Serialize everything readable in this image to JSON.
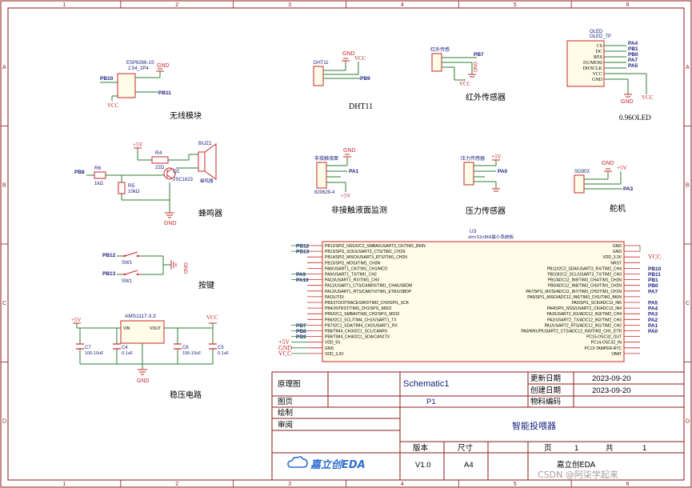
{
  "border": {
    "cols": [
      "1",
      "2",
      "3",
      "4",
      "5",
      "6"
    ],
    "rows": [
      "A",
      "B",
      "C",
      "D"
    ]
  },
  "colors": {
    "wire": "#2e7d32",
    "component": "#c62828",
    "power": "#c62828",
    "net": "#1a237e",
    "text": "#000000",
    "frame": "#8b1a1a",
    "logo": "#2f6fd0"
  },
  "blocks": {
    "wifi": {
      "part": "ESP8266-1S",
      "footprint": "2.54_2P4",
      "net1": "PB10",
      "net2": "PB11",
      "gnd": "GND",
      "vcc": "VCC",
      "caption": "无线模块"
    },
    "dht11": {
      "part": "DHT11",
      "gnd": "GND",
      "vcc": "VCC",
      "net": "PB9",
      "caption": "DHT11"
    },
    "ir": {
      "part": "红外传感",
      "net": "PB7",
      "gnd": "GND",
      "vcc": "VCC",
      "caption": "红外传感器"
    },
    "oled": {
      "part": "OLED",
      "footprint": "OLED_7P",
      "pins": [
        "CS",
        "DC",
        "RES",
        "D1/MOSI",
        "D0/SCLK",
        "VCC",
        "GND"
      ],
      "nets": [
        "PA4",
        "PB1",
        "PB0",
        "PA7",
        "PA5"
      ],
      "gnd": "GND",
      "vcc": "VCC",
      "caption": "0.96OLED"
    },
    "buzzer": {
      "vcc": "+5V",
      "r4": "R4",
      "r4v": "22Ω",
      "buz": "BUZ1",
      "q1": "Q1",
      "q1part": "2SC1623",
      "buzlabel": "蜂鸣器",
      "r6": "R6",
      "r6v": "1kΩ",
      "r5": "R5",
      "r5v": "10kΩ",
      "net": "PB8",
      "gnd": "GND",
      "caption": "蜂鸣器"
    },
    "level": {
      "part": "非接触液面",
      "model": "820629-4",
      "gnd": "GND",
      "vcc": "+5V",
      "net": "PA1",
      "caption": "非接触液面监测"
    },
    "pressure": {
      "part": "压力传感器",
      "vcc": "+5V",
      "net": "PA0",
      "caption": "压力传感器"
    },
    "servo": {
      "part": "SG903",
      "gnd": "GND",
      "vcc": "+5V",
      "net": "PA3",
      "caption": "舵机"
    },
    "keys": {
      "net1": "PB12",
      "net2": "PB13",
      "sw1": "SW1",
      "sw2": "SW1",
      "gnd": "GND",
      "caption": "按键"
    },
    "regulator": {
      "part": "AMS1117-3.3",
      "vin": "+5V",
      "vout": "VCC",
      "c7": "C7",
      "c7v": "106-10uF",
      "c4": "C4",
      "c4v": "0.1uF",
      "c6": "C6",
      "c6v": "106-10uF",
      "c5": "C5",
      "c5v": "0.1uF",
      "pin_in": "VIN",
      "pin_out": "VOUT",
      "gnd": "GND",
      "caption": "稳压电路"
    }
  },
  "mcu": {
    "ref": "U3",
    "part": "stm32c8t6最小系统板",
    "left_pins": [
      "PB12/SPI2_NSS/I2C2_SMBAI/USART3_CK/TIM1_BKIN",
      "PB13/SPI2_SCK/USART3_CTS/TIM1_CH1N",
      "PB14/SPI2_MISO/USART3_RTS/TIM1_CH2N",
      "PB15/SPI2_MOSI/TIM1_CH3N",
      "PA8/USART1_CK/TIM1_CH1/MCO",
      "PA9/USART1_TX/TIM1_CH2",
      "PA10/USART1_RX/TIM1_CH3",
      "PA11/USART1_CTS/CANRX/TIM1_CH4/USBDM",
      "PA12/USART1_RTS/CANTX/TIM1_ETR/USBDP",
      "PA15/JTDI",
      "PB3/JTDO/TRACESWO/TIM2_CH2/SPI1_SCK",
      "PB4/JNTRST/TIM3_CH1/SPI1_MISO",
      "PB5/I2C1_SMBAI/TIM3_CH2/SPI1_MOSI",
      "PB6/I2C1_SCL/TIM4_CH1/USART1_TX",
      "PB7/I2C1_SDA/TIM4_CH2/USART1_RX",
      "PB8/TIM4_CH3/I2C1_SCL/CANRX",
      "PB9/TIM4_CH4/I2C1_SDA/CAN1TX",
      "VDD_5V",
      "GND",
      "VDD_3.3V"
    ],
    "right_pins": [
      "GND",
      "GND",
      "VDD_3.3V",
      "NRST",
      "PB11/I2C2_SDA/USART3_RX/TIM2_CH4",
      "PB10/I2C2_SCL/USART3_TX/TIM2_CH3",
      "PB1/ADC12_IN9/TIM3_CH4/TIM1_CH3N",
      "PB0/ADC12_IN8/TIM3_CH3/TIM1_CH2N",
      "PA7/SPI1_MOSI/ADC12_IN7/TIM3_CH2/TIM1_CH1N",
      "PA6/SPI1_MISO/ADC12_IN6/TIM3_CH1/TIM1_BKIN",
      "PA5/SPI1_SCK/ADC12_IN5",
      "PA4/SPI1_NSS/USART2_CK/ADC12_IN4",
      "PA3/USART2_RX/ADC12_IN3/TIM2_CH4",
      "PA2/USART2_TX/ADC12_IN2/TIM2_CH3",
      "PA1/USART2_RTS/ADC12_IN1/TIM2_CH2",
      "PA0/WKUP/USART2_CTS/ADC12_IN0/TIM2_CH1_ETR",
      "PC15-OSC32_OUT",
      "PC14-OSC32_IN",
      "PC13-TAMPER-RTC",
      "VBAT"
    ],
    "left_nets": [
      "PB12",
      "PB13",
      "",
      "",
      "",
      "PA9",
      "PA10",
      "",
      "",
      "",
      "",
      "",
      "",
      "",
      "PB7",
      "PB8",
      "PB9",
      "+5V",
      "GND",
      "VCC"
    ],
    "right_nets": [
      "",
      "",
      "VCC",
      "",
      "PB10",
      "PB11",
      "PB1",
      "PB0",
      "PA7",
      "",
      "PA5",
      "PA4",
      "PA3",
      "PA2",
      "PA1",
      "PA0",
      "",
      "",
      "",
      ""
    ]
  },
  "title_block": {
    "lbl_schematic": "原理图",
    "schematic": "Schematic1",
    "lbl_update": "更新日期",
    "update": "2023-09-20",
    "lbl_created": "创建日期",
    "created": "2023-09-20",
    "lbl_sheet": "图页",
    "sheet": "P1",
    "lbl_partno": "物料编码",
    "lbl_drawn": "绘制",
    "lbl_review": "审阅",
    "title": "智能投喂器",
    "lbl_version": "版本",
    "lbl_size": "尺寸",
    "lbl_page": "页",
    "page": "1",
    "lbl_of": "共",
    "of": "1",
    "version": "V1.0",
    "size": "A4",
    "company": "嘉立创EDA",
    "logo": "嘉立创EDA"
  },
  "watermark": "CSDN @阿柒学起来"
}
